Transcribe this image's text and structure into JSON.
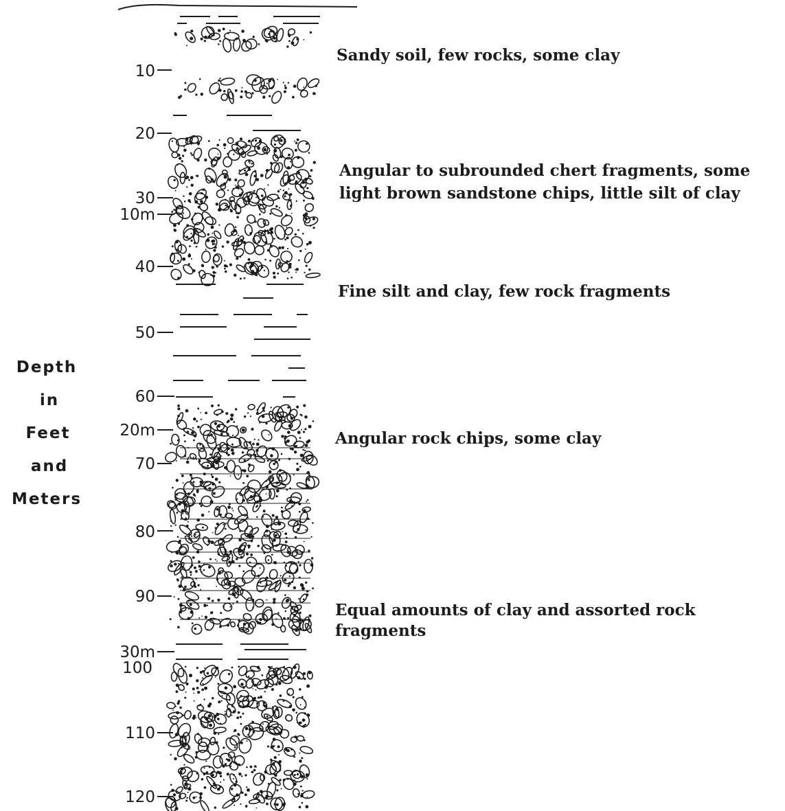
{
  "axis": {
    "title_lines": [
      "Depth",
      "in",
      "Feet",
      "and",
      "Meters"
    ],
    "feet_ticks": [
      "10",
      "20",
      "30",
      "40",
      "50",
      "60",
      "70",
      "80",
      "90",
      "100",
      "110",
      "120"
    ],
    "meter_ticks": [
      "10m",
      "20m",
      "30m"
    ]
  },
  "layers": [
    {
      "material": "gravel",
      "description": [
        "Sandy soil, few rocks, some clay"
      ]
    },
    {
      "material": "dense-gravel",
      "description": [
        "Angular to subrounded chert fragments, some",
        "light brown sandstone chips, little silt of clay"
      ]
    },
    {
      "material": "clay-dashes",
      "description": [
        "Fine silt and clay, few rock fragments"
      ]
    },
    {
      "material": "gravel-with-lines",
      "description": [
        "Angular rock chips, some clay"
      ]
    },
    {
      "material": "gravel-lines-lower",
      "description": [
        "Equal amounts of clay and assorted rock",
        "fragments"
      ]
    },
    {
      "material": "dense-gravel-bottom",
      "description": []
    }
  ],
  "colors": {
    "ink": "#1c1c1c",
    "paper": "#ffffff"
  }
}
